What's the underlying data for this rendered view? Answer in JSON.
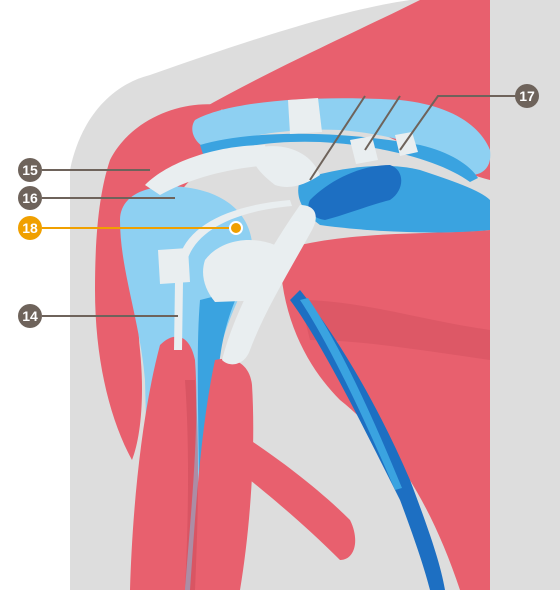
{
  "labels": {
    "l14": "14",
    "l15": "15",
    "l16": "16",
    "l17": "17",
    "l18": "18"
  },
  "colors": {
    "background": "#ffffff",
    "skin_silhouette": "#dddddd",
    "muscle": "#e8606e",
    "muscle_dark": "#c94a58",
    "bone_blue_light": "#8ed0f2",
    "bone_blue": "#3aa3e0",
    "bone_blue_dark": "#1d6fc2",
    "ligament": "#e9eef0",
    "marker_gray": "#6e635b",
    "marker_highlight": "#f0a000"
  },
  "highlighted_label": "18"
}
